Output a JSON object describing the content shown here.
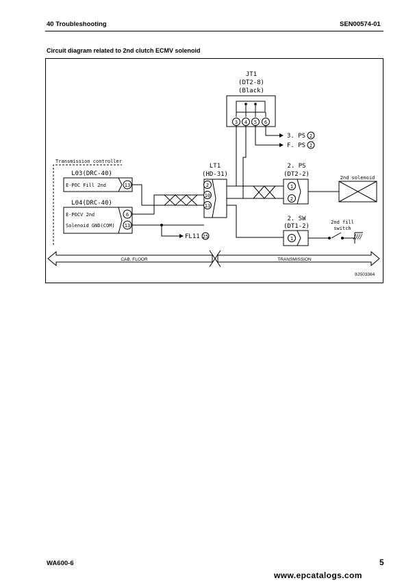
{
  "header": {
    "left": "40 Troubleshooting",
    "right": "SEN00574-01"
  },
  "section_title": "Circuit diagram related to 2nd clutch ECMV solenoid",
  "diagram": {
    "jt1": {
      "name": "JT1",
      "type": "(DT2-8)",
      "color": "(Black)",
      "pins": [
        "3",
        "4",
        "5",
        "6"
      ]
    },
    "ps3": "3. PS",
    "psf": "F. PS",
    "ps_pin": "2",
    "controller_title": "Transmission controller",
    "l03": {
      "name": "L03(DRC-40)",
      "label": "E-POC Fill 2nd",
      "pin": "13"
    },
    "l04": {
      "name": "L04(DRC-40)",
      "label1": "E-POCV 2nd",
      "label2": "Solenoid GND(COM)",
      "pin1": "6",
      "pin2": "13"
    },
    "fl11": {
      "name": "FL11",
      "pin": "25"
    },
    "lt1": {
      "name": "LT1",
      "type": "(HD-31)",
      "pins": [
        "2",
        "10",
        "13"
      ]
    },
    "ps2": {
      "name": "2. PS",
      "type": "(DT2-2)",
      "pins": [
        "1",
        "2"
      ]
    },
    "solenoid": "2nd solenoid",
    "sw2": {
      "name": "2. SW",
      "type": "(DT1-2)",
      "pin": "1"
    },
    "fill_switch": {
      "line1": "2nd fill",
      "line2": "switch"
    },
    "arrow_left": "CAB. FLOOR",
    "arrow_right": "TRANSMISSION",
    "code": "9JS03364"
  },
  "footer": {
    "left": "WA600-6",
    "page": "5",
    "site": "www.epcatalogs.com"
  }
}
